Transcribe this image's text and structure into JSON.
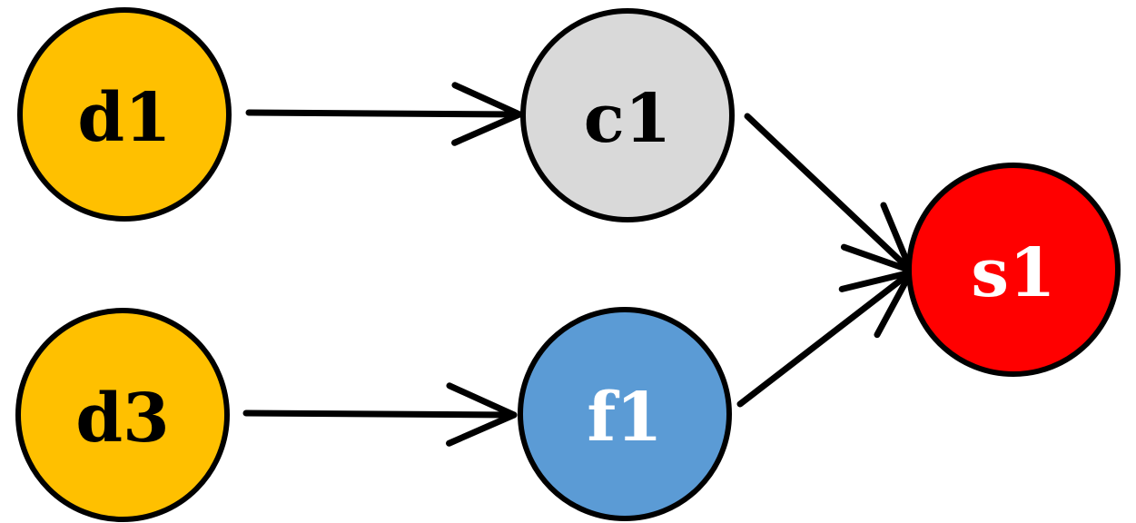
{
  "diagram": {
    "nodes": [
      {
        "id": "d1",
        "label": "d1",
        "fill": "#FFC000",
        "text_color": "#000000"
      },
      {
        "id": "d3",
        "label": "d3",
        "fill": "#FFC000",
        "text_color": "#000000"
      },
      {
        "id": "c1",
        "label": "c1",
        "fill": "#D9D9D9",
        "text_color": "#000000"
      },
      {
        "id": "f1",
        "label": "f1",
        "fill": "#5B9BD5",
        "text_color": "#FFFFFF"
      },
      {
        "id": "s1",
        "label": "s1",
        "fill": "#FF0000",
        "text_color": "#FFFFFF"
      }
    ],
    "edges": [
      {
        "from": "d1",
        "to": "c1"
      },
      {
        "from": "d3",
        "to": "f1"
      },
      {
        "from": "c1",
        "to": "s1"
      },
      {
        "from": "f1",
        "to": "s1"
      }
    ]
  }
}
